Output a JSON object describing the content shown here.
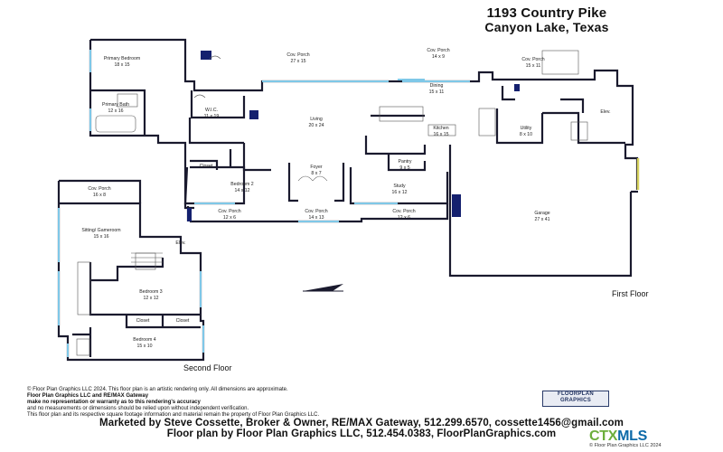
{
  "header": {
    "address_line1": "1193 Country Pike",
    "address_line2": "Canyon Lake, Texas"
  },
  "floor_labels": {
    "first": "First Floor",
    "second": "Second Floor"
  },
  "rooms_first": {
    "primary_bedroom": {
      "name": "Primary Bedroom",
      "size": "18 x 15"
    },
    "primary_bath": {
      "name": "Primary Bath",
      "size": "12 x 16"
    },
    "wic": {
      "name": "W.I.C.",
      "size": "11 x 19"
    },
    "cov_porch_top": {
      "name": "Cov. Porch",
      "size": "27 x 15"
    },
    "cov_porch_top2": {
      "name": "Cov. Porch",
      "size": "14 x 9"
    },
    "cov_porch_right": {
      "name": "Cov. Porch",
      "size": "15 x 11"
    },
    "dining": {
      "name": "Dining",
      "size": "15 x 11"
    },
    "living": {
      "name": "Living",
      "size": "20 x 24"
    },
    "kitchen": {
      "name": "Kitchen",
      "size": "16 x 15"
    },
    "utility": {
      "name": "Utility",
      "size": "8 x 10"
    },
    "elev": {
      "name": "Elev."
    },
    "closet": {
      "name": "Closet"
    },
    "bedroom2": {
      "name": "Bedroom 2",
      "size": "14 x 12"
    },
    "foyer": {
      "name": "Foyer",
      "size": "8 x 7"
    },
    "pantry": {
      "name": "Pantry",
      "size": "9 x 5"
    },
    "study": {
      "name": "Study",
      "size": "16 x 12"
    },
    "cov_porch_b1": {
      "name": "Cov. Porch",
      "size": "12 x 6"
    },
    "cov_porch_b2": {
      "name": "Cov. Porch",
      "size": "14 x 13"
    },
    "cov_porch_b3": {
      "name": "Cov. Porch",
      "size": "12 x 6"
    },
    "garage": {
      "name": "Garage",
      "size": "27 x 41"
    }
  },
  "rooms_second": {
    "cov_porch": {
      "name": "Cov. Porch",
      "size": "16 x 8"
    },
    "sitting": {
      "name": "Sitting/ Gameroom",
      "size": "15 x 16"
    },
    "elev": {
      "name": "Elev."
    },
    "bedroom3": {
      "name": "Bedroom 3",
      "size": "12 x 12"
    },
    "closet_a": {
      "name": "Closet"
    },
    "closet_b": {
      "name": "Closet"
    },
    "bedroom4": {
      "name": "Bedroom 4",
      "size": "15 x 10"
    }
  },
  "disclaimer": {
    "line1": "© Floor Plan Graphics LLC 2024. This floor plan is an artistic rendering only. All dimensions are approximate.",
    "line2": "Floor Plan Graphics LLC and RE/MAX Gateway",
    "line3": "make no representation or warranty as to this rendering's accuracy",
    "line4": "and no measurements or dimensions should be relied upon without independent verification.",
    "line5": "This floor plan and its respective square footage information and material remain the property of Floor Plan Graphics LLC."
  },
  "credits": {
    "marketed": "Marketed by Steve Cossette, Broker & Owner, RE/MAX Gateway, 512.299.6570, cossette1456@gmail.com",
    "floorplan": "Floor plan by Floor Plan Graphics LLC, 512.454.0383, FloorPlanGraphics.com"
  },
  "logos": {
    "fpg_line1": "FLOORPLAN",
    "fpg_line2": "GRAPHICS",
    "ctx_prefix": "CTX",
    "ctx_suffix": "MLS",
    "ctx_copyright": "© Floor Plan Graphics LLC 2024"
  },
  "colors": {
    "wall": "#1a1a2e",
    "window": "#7fc8e8",
    "accent_navy": "#14206e",
    "garage_window": "#d8d460"
  }
}
